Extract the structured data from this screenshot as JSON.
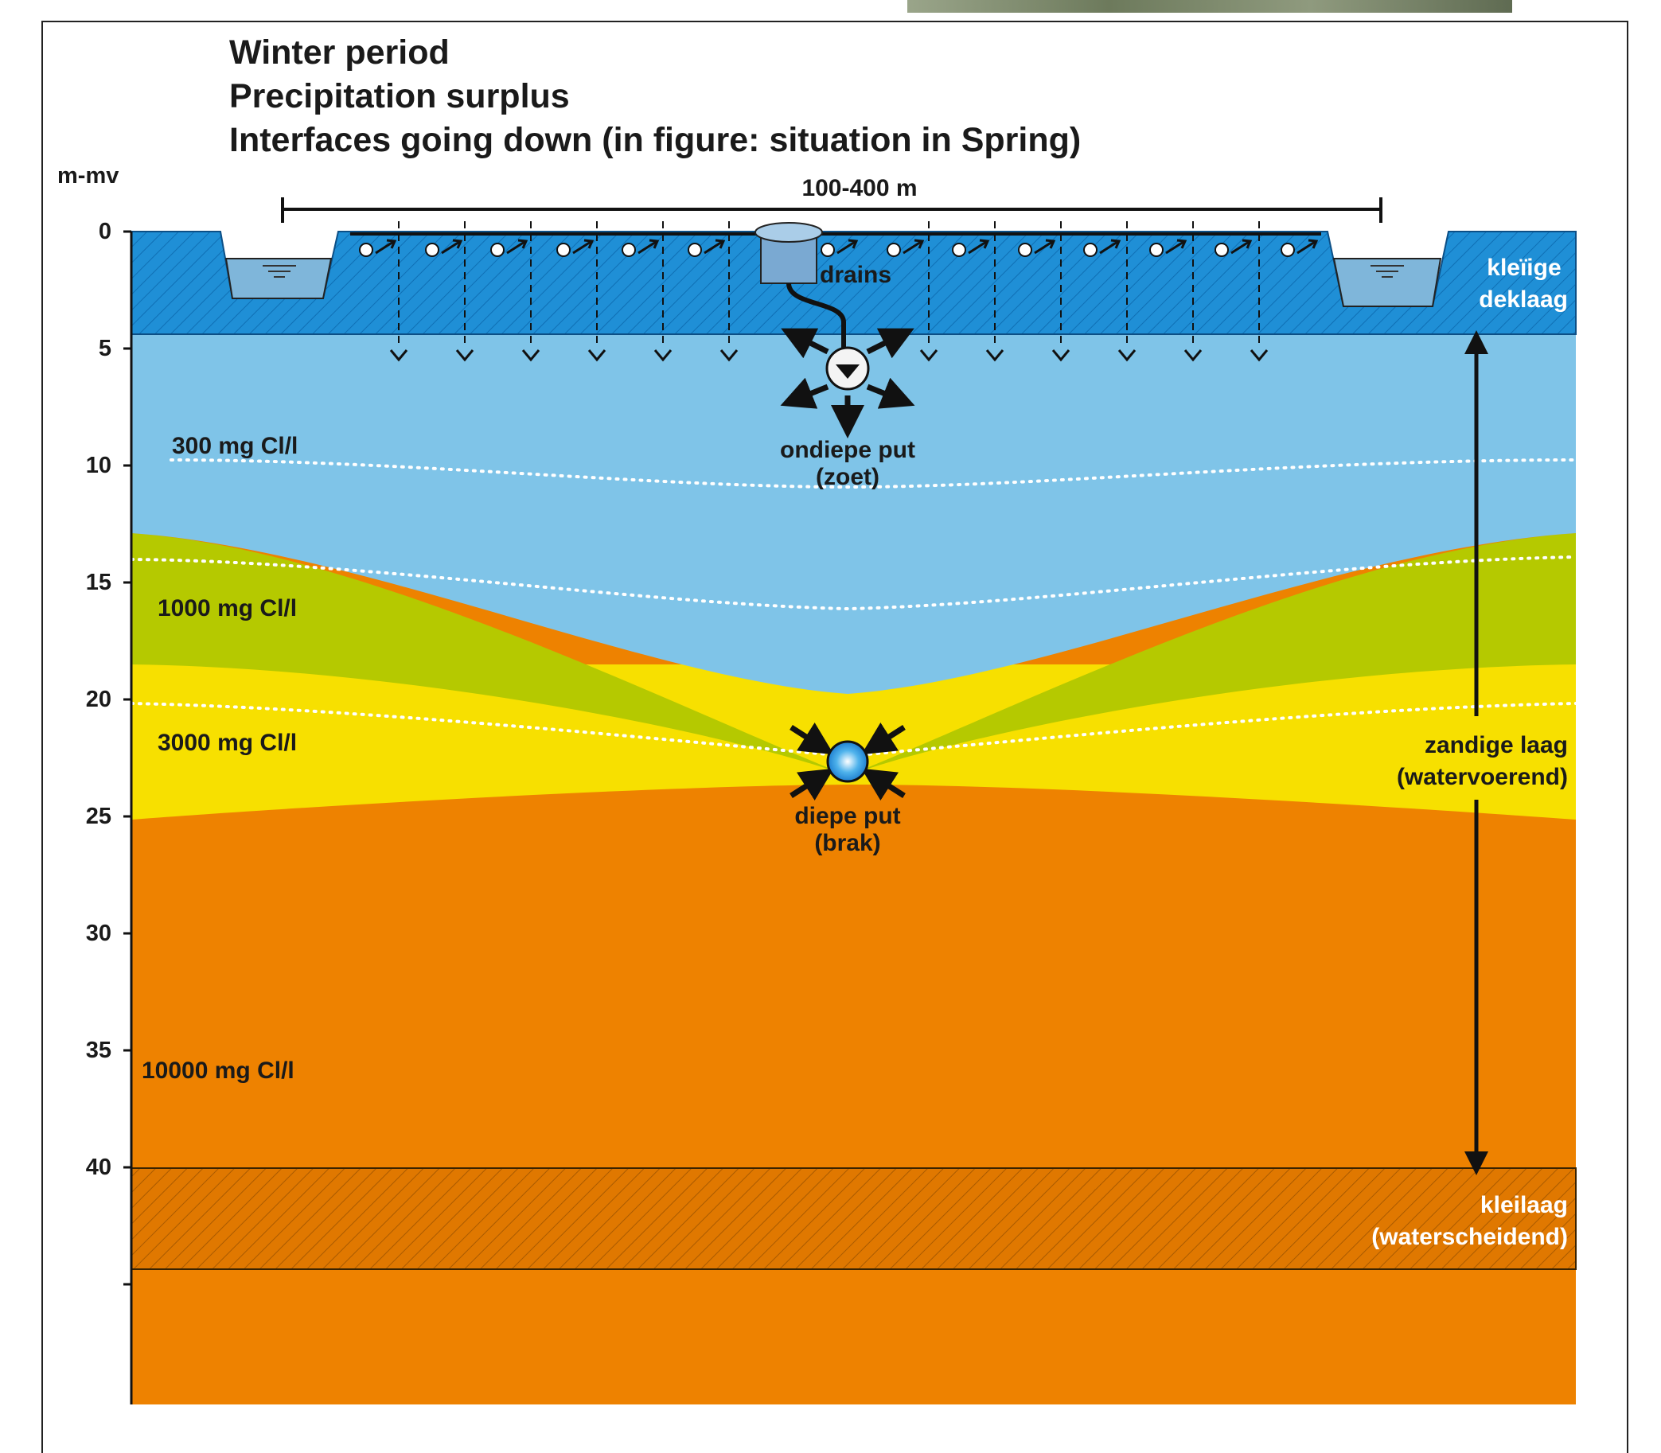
{
  "title_lines": [
    "Winter period",
    "Precipitation surplus",
    "Interfaces going down (in figure: situation in Spring)"
  ],
  "y_axis": {
    "unit_label": "m-mv",
    "ticks": [
      "0",
      "5",
      "10",
      "15",
      "20",
      "25",
      "30",
      "35",
      "40"
    ]
  },
  "width_label": "100-400 m",
  "zones": {
    "cover": "kleïige deklaag",
    "aquifer_line1": "zandige laag",
    "aquifer_line2": "(watervoerend)",
    "clay_line1": "kleilaag",
    "clay_line2": "(waterscheidend)"
  },
  "concentrations": {
    "c300": "300 mg Cl/l",
    "c1000": "1000 mg Cl/l",
    "c3000": "3000 mg Cl/l",
    "c10000": "10000 mg Cl/l"
  },
  "features": {
    "drains": "drains",
    "shallow_well_line1": "ondiepe put",
    "shallow_well_line2": "(zoet)",
    "deep_well_line1": "diepe put",
    "deep_well_line2": "(brak)"
  },
  "colors": {
    "cover": "#1f8fd6",
    "fresh": "#7fc4e8",
    "green": "#b5c900",
    "yellow": "#f7e000",
    "orange": "#ee8200",
    "clay": "#e07800"
  }
}
